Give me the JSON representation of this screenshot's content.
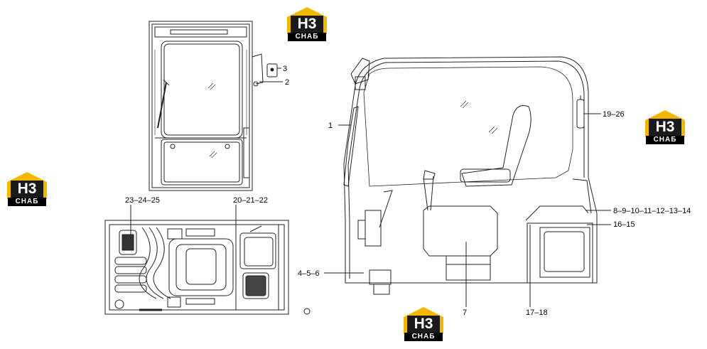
{
  "logo": {
    "mark": "H3",
    "brand": "СНАБ",
    "color_primary": "#f2b800",
    "color_dark": "#1a1a1a"
  },
  "callouts": [
    {
      "id": "c1",
      "text": "1"
    },
    {
      "id": "c2",
      "text": "2"
    },
    {
      "id": "c3",
      "text": "3"
    },
    {
      "id": "c4",
      "text": "4–5–6"
    },
    {
      "id": "c7",
      "text": "7"
    },
    {
      "id": "c8",
      "text": "8–9–10–11–12–13–14"
    },
    {
      "id": "c16",
      "text": "16–15"
    },
    {
      "id": "c17",
      "text": "17–18"
    },
    {
      "id": "c19",
      "text": "19–26"
    },
    {
      "id": "c20",
      "text": "20–21–22"
    },
    {
      "id": "c23",
      "text": "23–24–25"
    }
  ]
}
